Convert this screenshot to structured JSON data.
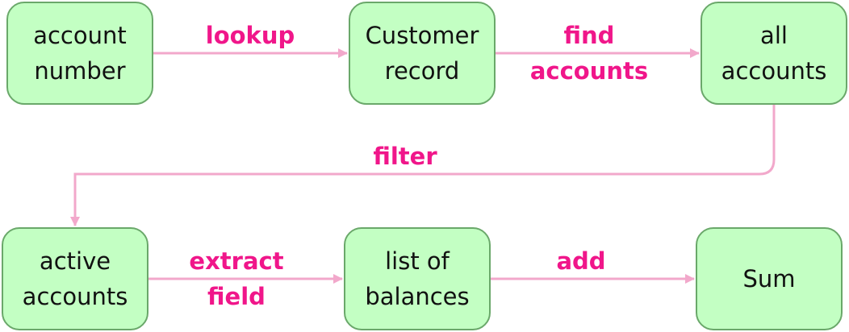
{
  "colors": {
    "node_fill": "#c3ffc3",
    "node_border": "#6aa86a",
    "edge": "#f2a8cb",
    "edge_label": "#f0168a"
  },
  "nodes": {
    "account_number": "account\nnumber",
    "customer_record": "Customer\nrecord",
    "all_accounts": "all\naccounts",
    "active_accounts": "active\naccounts",
    "list_of_balances": "list of\nbalances",
    "sum": "Sum"
  },
  "edges": {
    "lookup": "lookup",
    "find_accounts": "find\naccounts",
    "filter": "filter",
    "extract_field": "extract\nfield",
    "add": "add"
  }
}
